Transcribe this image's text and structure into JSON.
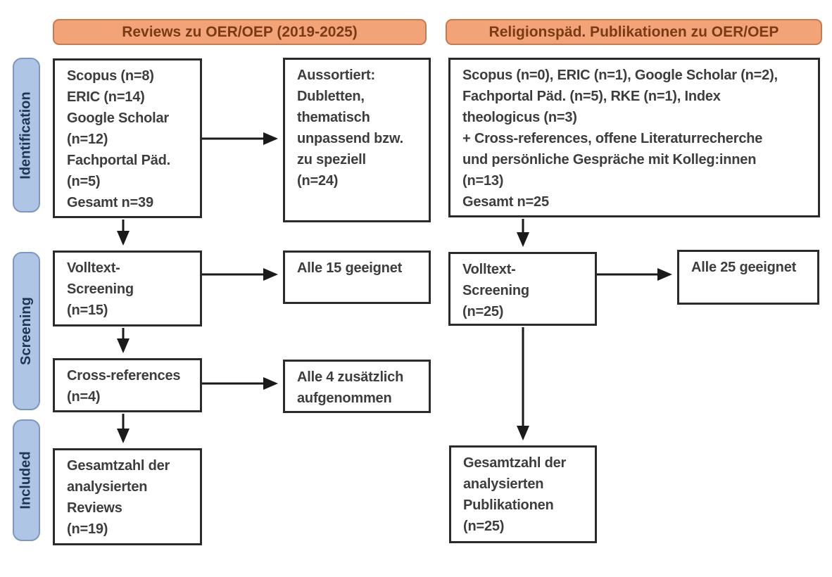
{
  "headers": {
    "left": "Reviews zu OER/OEP (2019-2025)",
    "right": "Religionspäd. Publikationen zu OER/OEP"
  },
  "stages": {
    "identification": "Identification",
    "screening": "Screening",
    "included": "Included"
  },
  "left_flow": {
    "sources": "Scopus (n=8)\nERIC (n=14)\nGoogle Scholar\n(n=12)\nFachportal Päd.\n(n=5)\nGesamt n=39",
    "excluded": "Aussortiert:\nDubletten,\nthematisch\nunpassend bzw.\nzu speziell\n(n=24)",
    "fulltext": "Volltext-\nScreening\n(n=15)",
    "eligible": "Alle 15 geeignet",
    "crossrefs": "Cross-references\n(n=4)",
    "added": "Alle 4 zusätzlich\naufgenommen",
    "total": "Gesamtzahl der\nanalysierten\nReviews\n(n=19)"
  },
  "right_flow": {
    "sources": "Scopus (n=0), ERIC (n=1), Google Scholar (n=2),\nFachportal Päd. (n=5), RKE (n=1), Index\ntheologicus (n=3)\n+ Cross-references, offene Literaturrecherche\nund persönliche Gespräche mit Kolleg:innen\n(n=13)\nGesamt n=25",
    "fulltext": "Volltext-\nScreening\n(n=25)",
    "eligible": "Alle 25 geeignet",
    "total": "Gesamtzahl der\nanalysierten\nPublikationen\n(n=25)"
  },
  "colors": {
    "header_fill": "#f2a478",
    "header_border": "#c87a4e",
    "header_text": "#7b3a16",
    "stage_fill": "#aec5e6",
    "stage_border": "#7b98c3",
    "stage_text": "#1f3457",
    "box_border": "#2b2b2b",
    "box_text": "#3d3d3d",
    "arrow": "#1a1a1a"
  }
}
